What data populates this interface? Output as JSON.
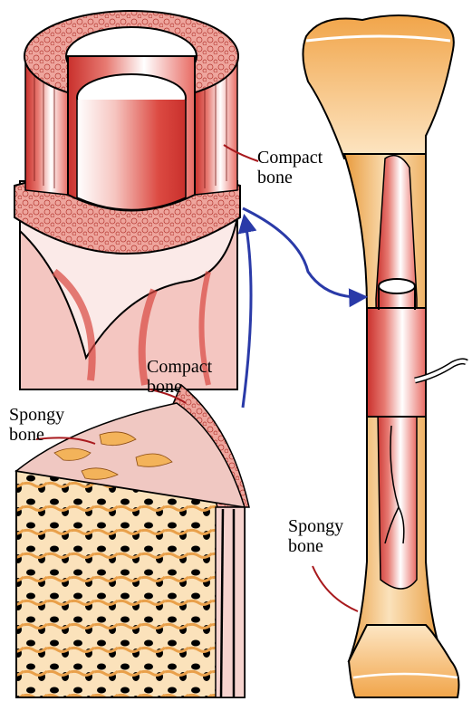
{
  "labels": {
    "compact_top_line1": "Compact",
    "compact_top_line2": "bone",
    "compact_mid_line1": "Compact",
    "compact_mid_line2": "bone",
    "spongy_left_line1": "Spongy",
    "spongy_left_line2": "bone",
    "spongy_right_line1": "Spongy",
    "spongy_right_line2": "bone"
  },
  "colors": {
    "bone_red": "#d9443e",
    "bone_pink": "#f0b4ae",
    "spongy_tan": "#f3b35a",
    "spongy_light": "#fbe2bb",
    "arrow_blue": "#2a3aa8",
    "pointer_red": "#a8191d",
    "outline": "#000000"
  }
}
